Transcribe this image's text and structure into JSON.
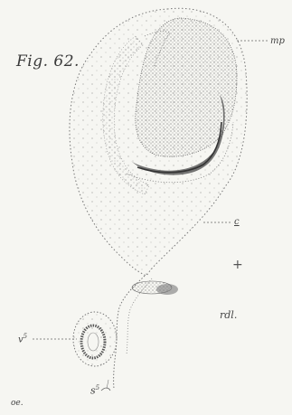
{
  "figure": {
    "caption": "Fig. 62.",
    "labels": {
      "mp": "mp",
      "c": "c",
      "rdl": "rdl.",
      "v5": "v",
      "v5_sup": "5",
      "oe": "oe.",
      "s5": "s",
      "s5_sup": "5"
    }
  }
}
